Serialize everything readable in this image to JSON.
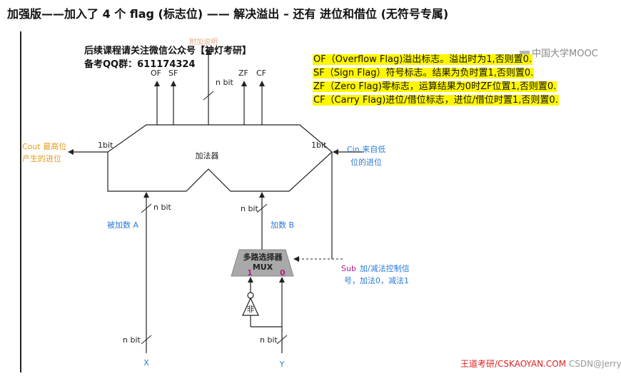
{
  "title": "加强版——加入了 4 个 flag (标志位) ——  解决溢出 – 还有 进位和借位 (无符号专属)",
  "promo": {
    "line1": "后续课程请关注微信公众号【神灯考研】",
    "line2": "备考QQ群：611174324",
    "ghost": "附加说明"
  },
  "watermark": "中国大学MOOC",
  "flag_notes": [
    "OF（Overflow Flag)溢出标志。溢出时为1,否则置0.",
    "SF（Sign Flag）符号标志。结果为负时置1,否则置0.",
    "ZF（Zero Flag)零标志，运算结果为0时ZF位置1,否则置0.",
    "CF（Carry Flag)进位/借位标志，进位/借位时置1,否则置0."
  ],
  "diagram": {
    "adder_label": "加法器",
    "outputs": {
      "of": "OF",
      "sf": "SF",
      "zf": "ZF",
      "cf": "CF",
      "nbit": "n bit"
    },
    "cout_bit": "1bit",
    "cout_label_1": "Cout 最高位",
    "cout_label_2": "产生的进位",
    "cin_bit": "1bit",
    "cin_label_1": "Cin 来自低",
    "cin_label_2": "位的进位",
    "input_a_bit": "n bit",
    "input_a_label": "被加数 A",
    "input_b_bit": "n bit",
    "input_b_label": "加数 B",
    "mux_label_1": "多路选择器",
    "mux_label_2": "MUX",
    "mux_in1": "1",
    "mux_in0": "0",
    "not_label": "非",
    "sub_label": "Sub",
    "sub_desc_1": "加/减法控制信",
    "sub_desc_2": "号，加法0，减法1",
    "x_bit": "n bit",
    "y_bit": "n bit",
    "x_label": "X",
    "y_label": "Y"
  },
  "footer": {
    "text": "王道考研/CSKAOYAN.COM",
    "ghost": "CSDN@Jerry"
  }
}
